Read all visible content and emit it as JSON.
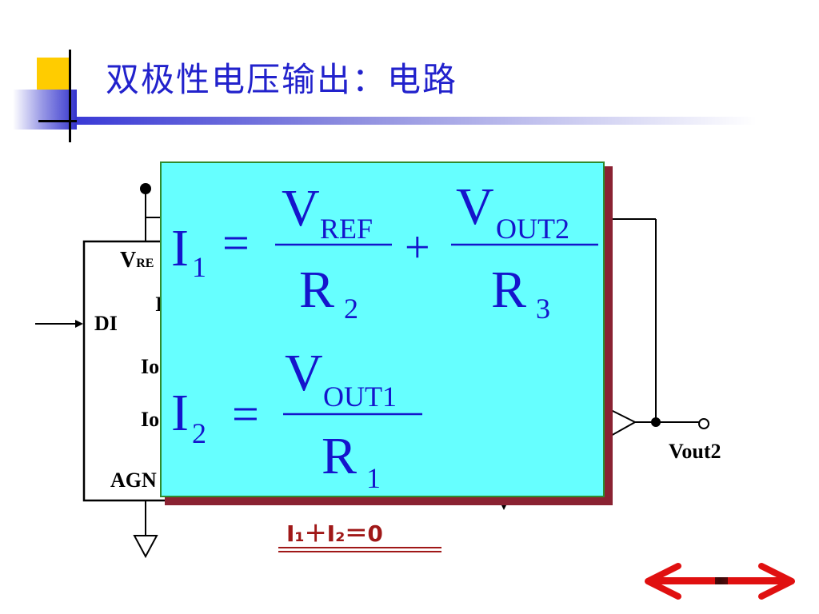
{
  "slide": {
    "title": "双极性电压输出：电路"
  },
  "circuit": {
    "pin_vref_main": "V",
    "pin_vref_sub": "RE",
    "pin_partial": "I",
    "pin_di": "DI",
    "pin_io1": "Io",
    "pin_io2": "Io",
    "pin_agnd": "AGN",
    "output_label": "Vout2"
  },
  "formulas": {
    "eq1": {
      "lhs_main": "I",
      "lhs_sub": "1",
      "equals": "=",
      "term1_num_main": "V",
      "term1_num_sub": "REF",
      "term1_den_main": "R",
      "term1_den_sub": "2",
      "plus": "+",
      "term2_num_main": "V",
      "term2_num_sub": "OUT2",
      "term2_den_main": "R",
      "term2_den_sub": "3"
    },
    "eq2": {
      "lhs_main": "I",
      "lhs_sub": "2",
      "equals": "=",
      "num_main": "V",
      "num_sub": "OUT1",
      "den_main": "R",
      "den_sub": "1"
    }
  },
  "sum_equation": "I₁＋I₂＝0",
  "navigation": {
    "prev_icon": "arrow-left-icon",
    "next_icon": "arrow-right-icon",
    "color": "#e01010"
  }
}
